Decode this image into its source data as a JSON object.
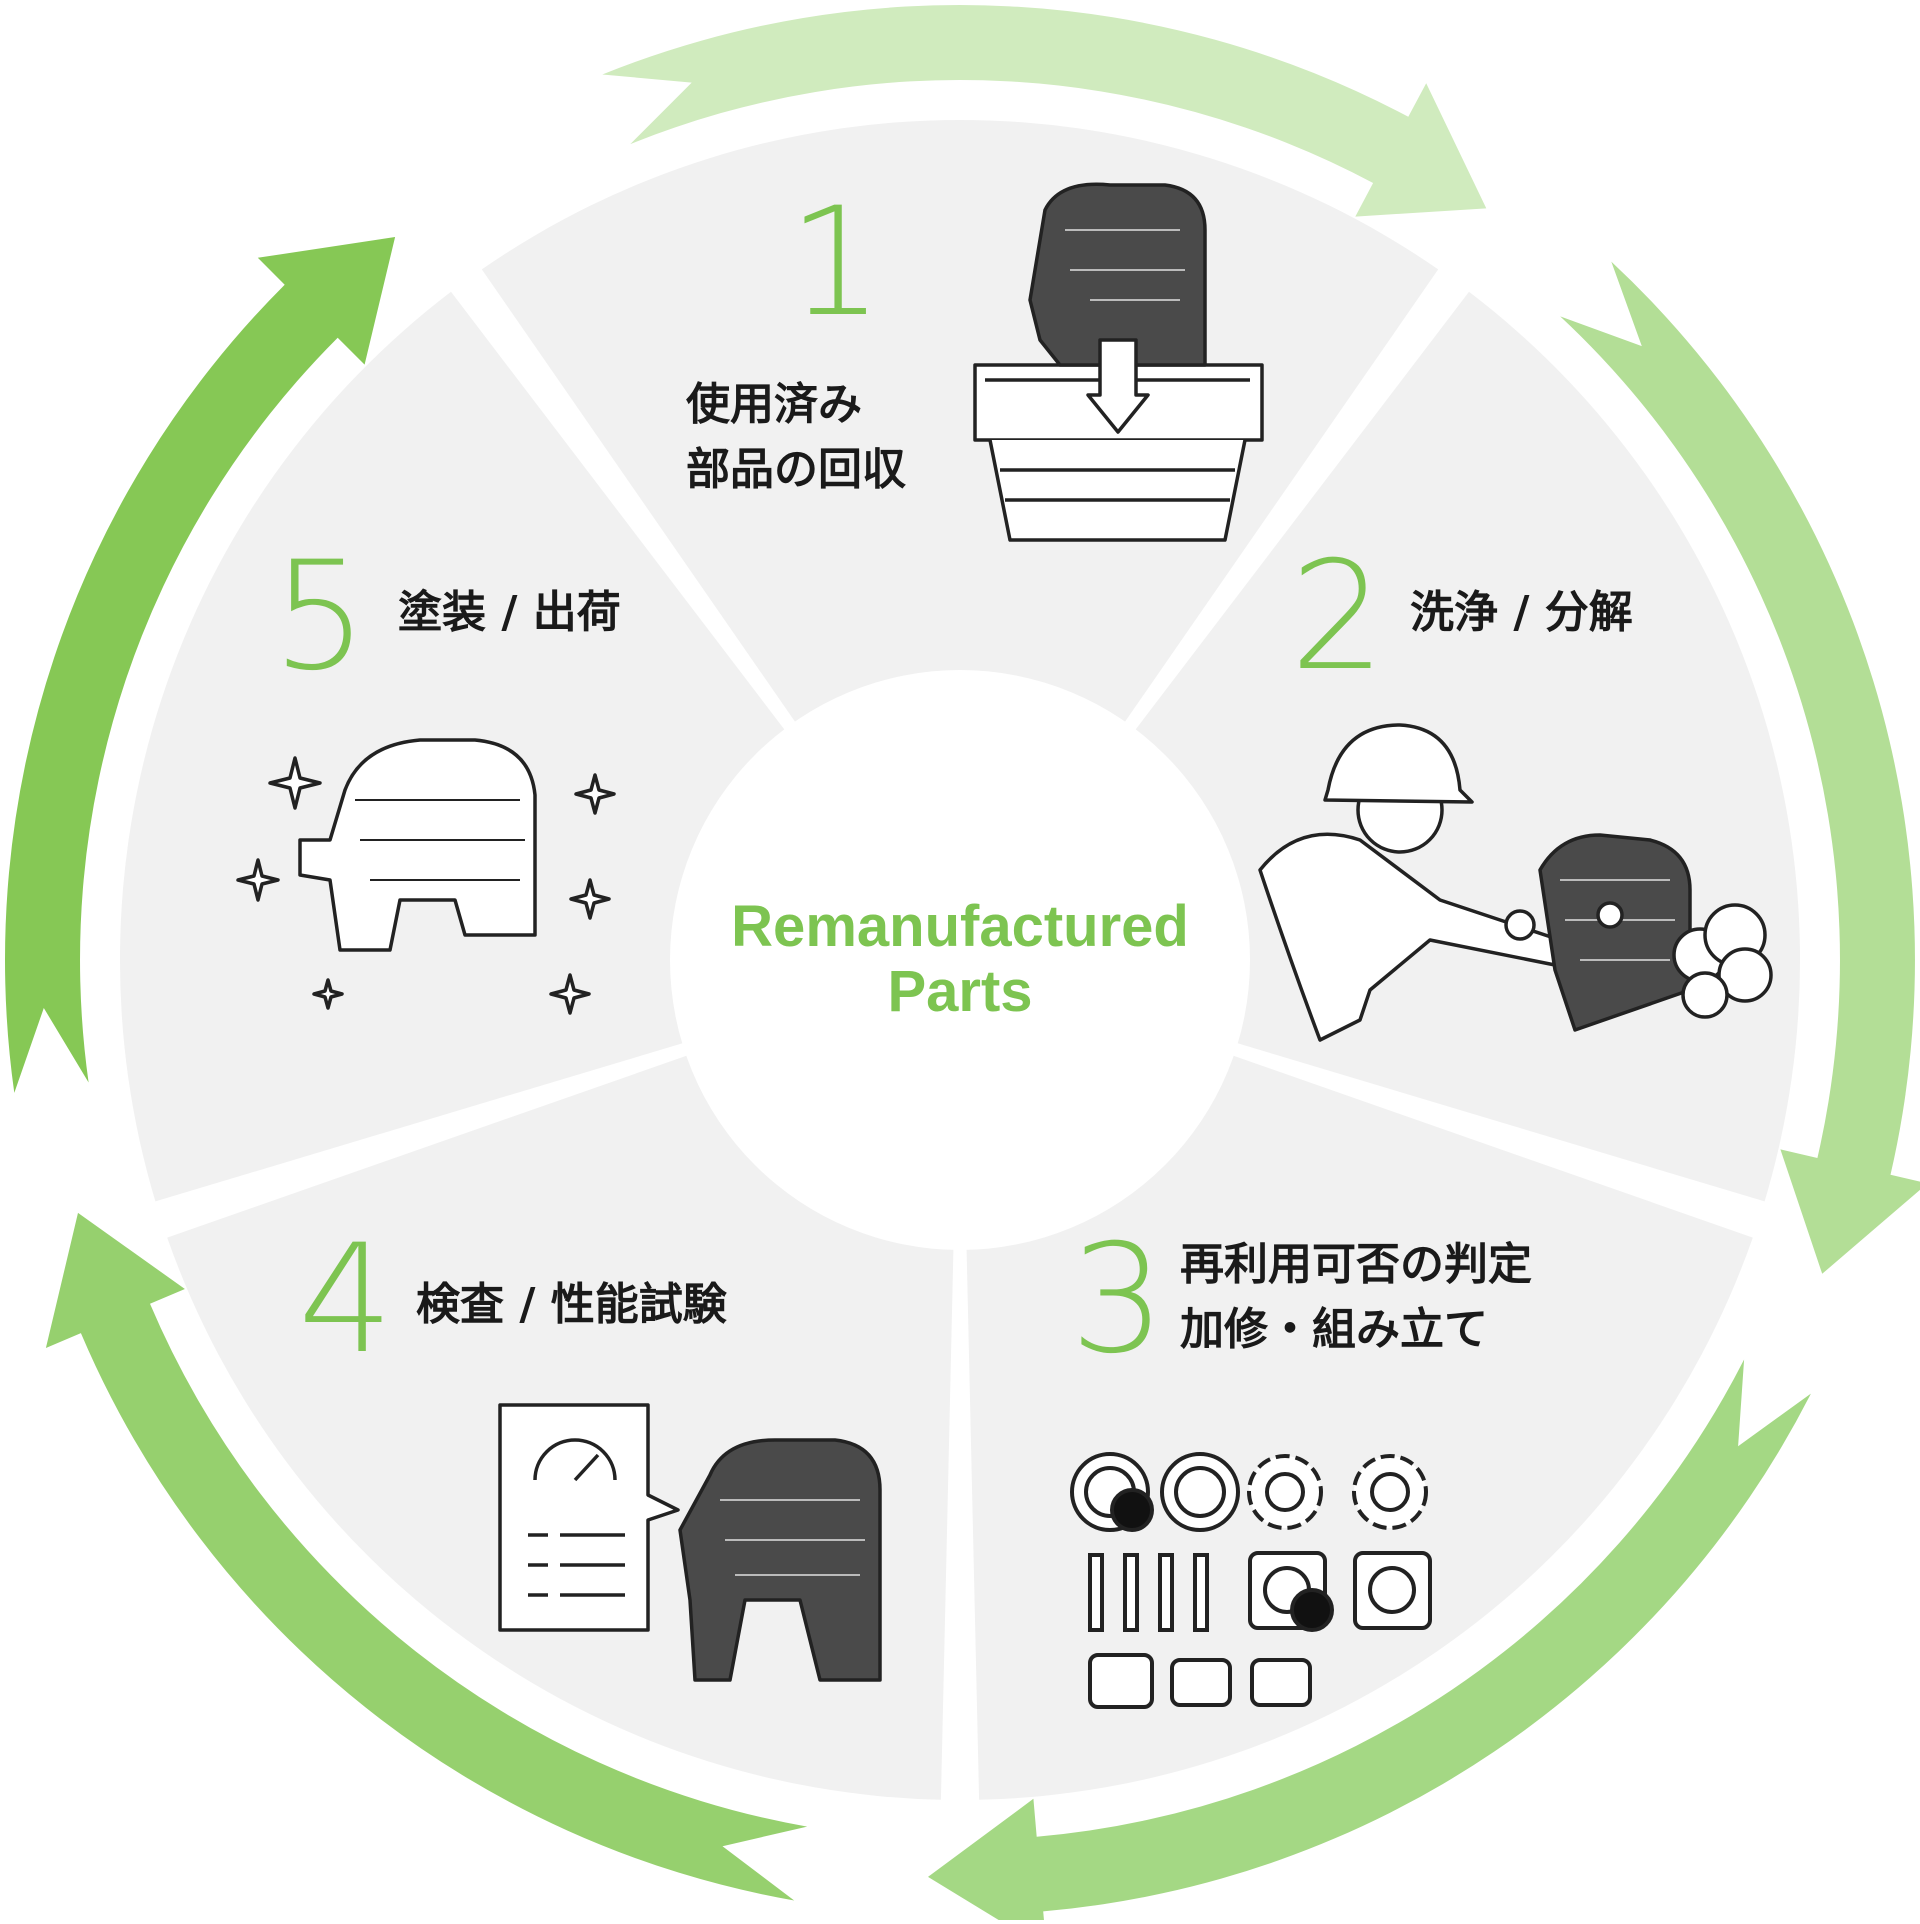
{
  "center": {
    "line1": "Remanufactured",
    "line2": "Parts"
  },
  "steps": [
    {
      "number": "1",
      "label_lines": [
        "使用済み",
        "部品の回収"
      ],
      "icon": "used-part-into-crate-icon"
    },
    {
      "number": "2",
      "label_lines": [
        "洗浄 / 分解"
      ],
      "icon": "worker-cleaning-part-icon"
    },
    {
      "number": "3",
      "label_lines": [
        "再利用可否の判定",
        "加修・組み立て"
      ],
      "icon": "parts-inspection-icon"
    },
    {
      "number": "4",
      "label_lines": [
        "検査 / 性能試験"
      ],
      "icon": "performance-checklist-icon"
    },
    {
      "number": "5",
      "label_lines": [
        "塗装 / 出荷"
      ],
      "icon": "shiny-clean-part-icon"
    }
  ],
  "colors": {
    "accent_green": "#7dc451",
    "arrow_light": "#d0ebbe",
    "arrow_dark": "#86c855",
    "sector_fill": "#f1f1f1",
    "text": "#1a1a1a"
  }
}
